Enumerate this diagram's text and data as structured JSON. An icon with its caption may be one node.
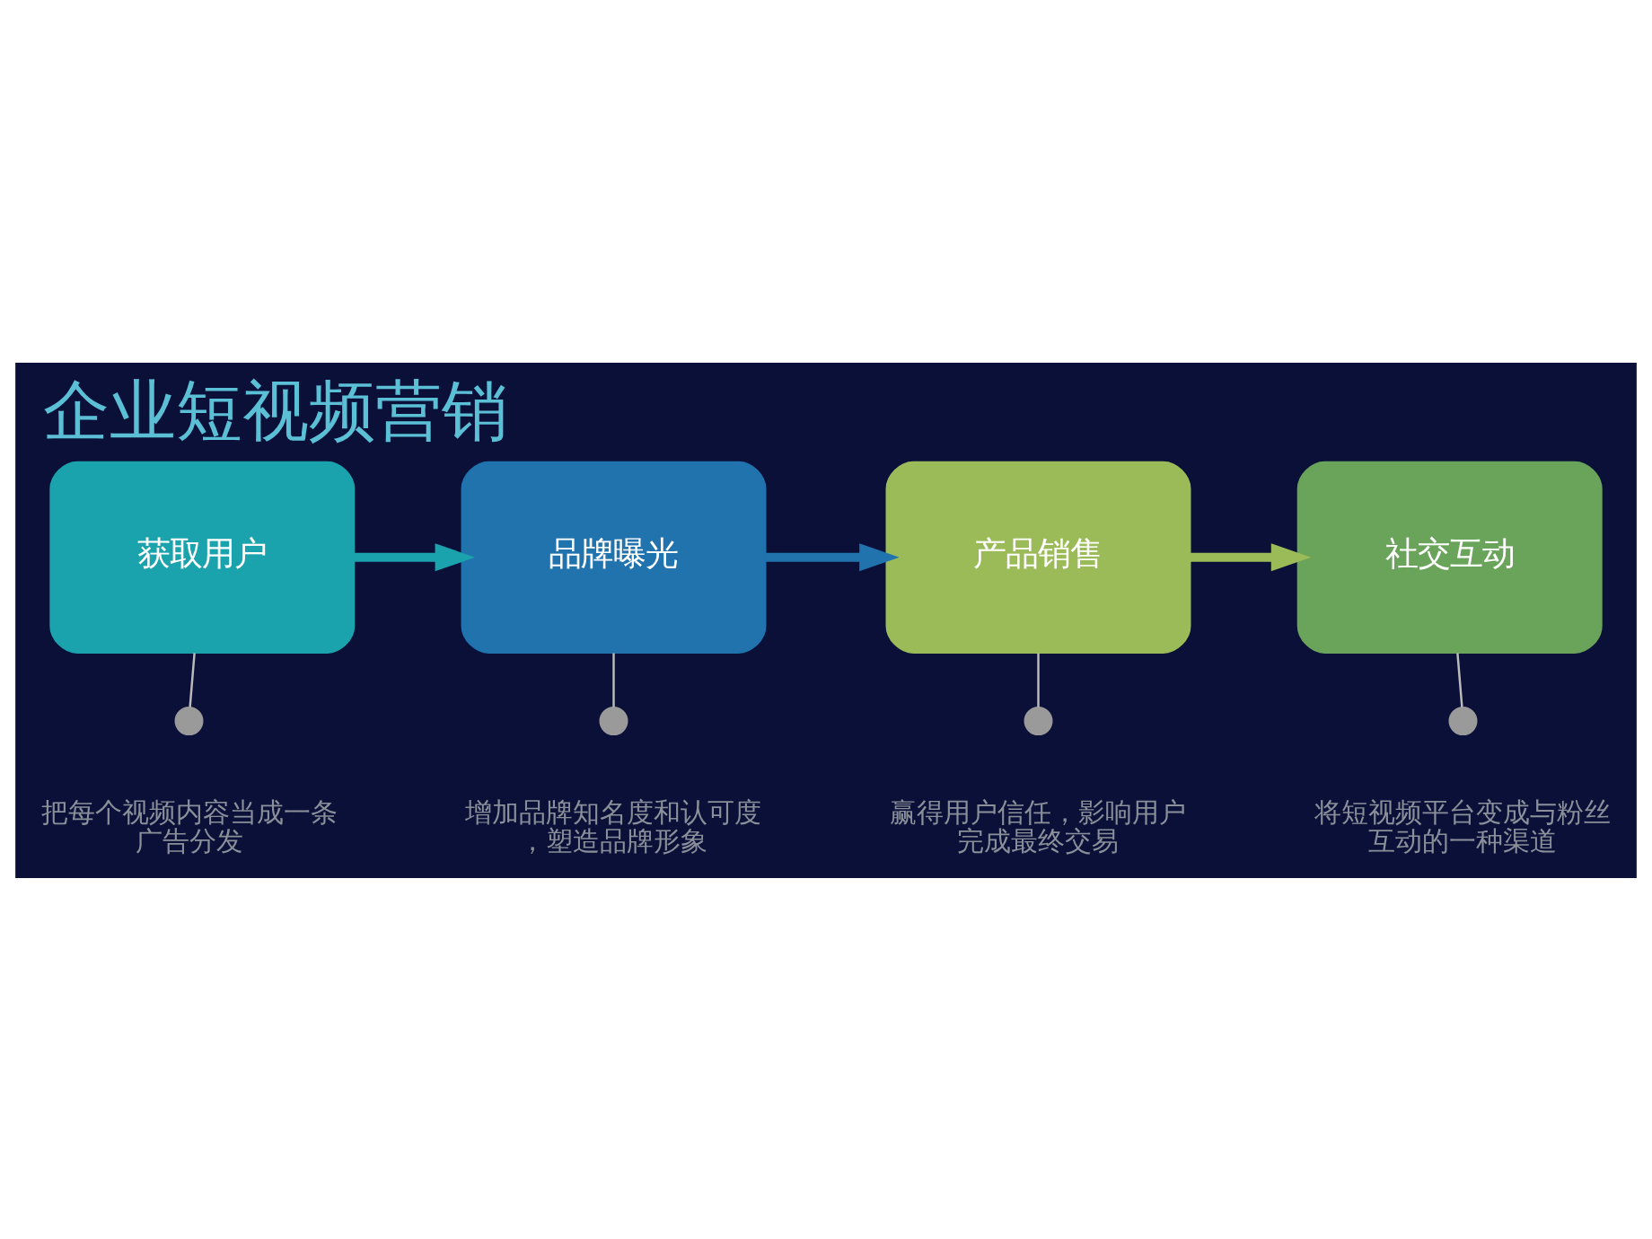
{
  "diagram": {
    "title": "企业短视频营销",
    "nodes": [
      {
        "text": [
          "获取用户"
        ]
      },
      {
        "text": [
          "品牌曝光"
        ]
      },
      {
        "text": [
          "产品销售"
        ]
      },
      {
        "text": [
          "社交互动"
        ]
      },
      {
        "text": [],
        "shape": "circle",
        "beside": [
          "把每个视频内容当成一条广告分发"
        ]
      },
      {
        "text": [],
        "shape": "circle",
        "beside": [
          "增加品牌知名度和认可度，塑造品牌形象"
        ]
      },
      {
        "text": [],
        "shape": "circle",
        "beside": [
          "赢得用户信任，影响用户完成最终交易"
        ]
      },
      {
        "text": [],
        "shape": "circle",
        "beside": [
          "将短视频平台变成与粉丝互动的一种渠道"
        ]
      }
    ],
    "edges": [
      {
        "from": 0,
        "to": 1,
        "arrow": "to",
        "style": "thick",
        "color": "#1ba3ad"
      },
      {
        "from": 1,
        "to": 2,
        "arrow": "to",
        "style": "thick",
        "color": "#2073ad"
      },
      {
        "from": 2,
        "to": 3,
        "arrow": "to",
        "style": "thick",
        "color": "#9bbb59"
      },
      {
        "from": 0,
        "to": 4,
        "arrow": "none"
      },
      {
        "from": 1,
        "to": 5,
        "arrow": "none"
      },
      {
        "from": 2,
        "to": 6,
        "arrow": "none"
      },
      {
        "from": 3,
        "to": 7,
        "arrow": "none"
      }
    ]
  }
}
